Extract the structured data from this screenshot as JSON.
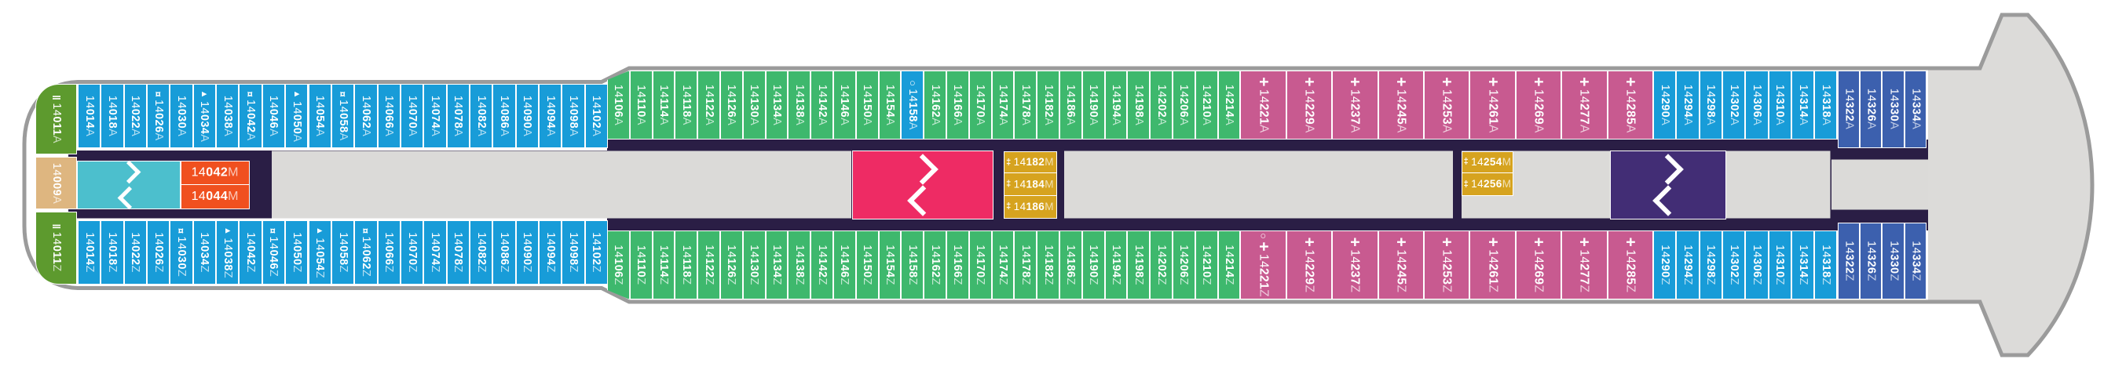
{
  "deck_plan": {
    "palette": {
      "blue": "#189cd8",
      "green": "#3eb86d",
      "pink": "#c85a90",
      "navyblue": "#3c60ae",
      "olive": "#5d9a2e",
      "tan": "#deb680",
      "orange": "#f0501f",
      "gold": "#d6a31f",
      "stairs_cyan": "#4cbfcd",
      "stairs_pink": "#ee2b64",
      "stairs_purple": "#422d75",
      "corridor_navy": "#2a1e45",
      "walkway_gray": "#dbdad8",
      "deck_gray": "#dcdbd9",
      "hull_line": "#9b9b9b"
    },
    "cabins": {
      "top_row": [
        {
          "n": "14011A",
          "c": "olive",
          "s": "‖"
        },
        {
          "n": "14014A",
          "c": "blue"
        },
        {
          "n": "14018A",
          "c": "blue"
        },
        {
          "n": "14022A",
          "c": "blue"
        },
        {
          "n": "14026A",
          "c": "blue",
          "s": "¤"
        },
        {
          "n": "14030A",
          "c": "blue"
        },
        {
          "n": "14034A",
          "c": "blue",
          "s": "▲"
        },
        {
          "n": "14038A",
          "c": "blue"
        },
        {
          "n": "14042A",
          "c": "blue",
          "s": "¤"
        },
        {
          "n": "14046A",
          "c": "blue"
        },
        {
          "n": "14050A",
          "c": "blue",
          "s": "▲"
        },
        {
          "n": "14054A",
          "c": "blue"
        },
        {
          "n": "14058A",
          "c": "blue",
          "s": "¤"
        },
        {
          "n": "14062A",
          "c": "blue"
        },
        {
          "n": "14066A",
          "c": "blue"
        },
        {
          "n": "14070A",
          "c": "blue"
        },
        {
          "n": "14074A",
          "c": "blue"
        },
        {
          "n": "14078A",
          "c": "blue"
        },
        {
          "n": "14082A",
          "c": "blue"
        },
        {
          "n": "14086A",
          "c": "blue"
        },
        {
          "n": "14090A",
          "c": "blue"
        },
        {
          "n": "14094A",
          "c": "blue"
        },
        {
          "n": "14098A",
          "c": "blue"
        },
        {
          "n": "14102A",
          "c": "blue"
        },
        {
          "n": "14106A",
          "c": "green"
        },
        {
          "n": "14110A",
          "c": "green"
        },
        {
          "n": "14114A",
          "c": "green"
        },
        {
          "n": "14118A",
          "c": "green"
        },
        {
          "n": "14122A",
          "c": "green"
        },
        {
          "n": "14126A",
          "c": "green"
        },
        {
          "n": "14130A",
          "c": "green"
        },
        {
          "n": "14134A",
          "c": "green"
        },
        {
          "n": "14138A",
          "c": "green"
        },
        {
          "n": "14142A",
          "c": "green"
        },
        {
          "n": "14146A",
          "c": "green"
        },
        {
          "n": "14150A",
          "c": "green"
        },
        {
          "n": "14154A",
          "c": "green"
        },
        {
          "n": "14158A",
          "c": "blue",
          "s": "○"
        },
        {
          "n": "14162A",
          "c": "green"
        },
        {
          "n": "14166A",
          "c": "green"
        },
        {
          "n": "14170A",
          "c": "green"
        },
        {
          "n": "14174A",
          "c": "green"
        },
        {
          "n": "14178A",
          "c": "green"
        },
        {
          "n": "14182A",
          "c": "green"
        },
        {
          "n": "14186A",
          "c": "green"
        },
        {
          "n": "14190A",
          "c": "green"
        },
        {
          "n": "14194A",
          "c": "green"
        },
        {
          "n": "14198A",
          "c": "green"
        },
        {
          "n": "14202A",
          "c": "green"
        },
        {
          "n": "14206A",
          "c": "green"
        },
        {
          "n": "14210A",
          "c": "green"
        },
        {
          "n": "14214A",
          "c": "green"
        },
        {
          "n": "14221A",
          "c": "pink",
          "s": "+"
        },
        {
          "n": "14229A",
          "c": "pink",
          "s": "+"
        },
        {
          "n": "14237A",
          "c": "pink",
          "s": "+"
        },
        {
          "n": "14245A",
          "c": "pink",
          "s": "+"
        },
        {
          "n": "14253A",
          "c": "pink",
          "s": "+"
        },
        {
          "n": "14261A",
          "c": "pink",
          "s": "+"
        },
        {
          "n": "14269A",
          "c": "pink",
          "s": "+"
        },
        {
          "n": "14277A",
          "c": "pink",
          "s": "+"
        },
        {
          "n": "14285A",
          "c": "pink",
          "s": "+"
        },
        {
          "n": "14290A",
          "c": "blue"
        },
        {
          "n": "14294A",
          "c": "blue"
        },
        {
          "n": "14298A",
          "c": "blue"
        },
        {
          "n": "14302A",
          "c": "blue"
        },
        {
          "n": "14306A",
          "c": "blue"
        },
        {
          "n": "14310A",
          "c": "blue"
        },
        {
          "n": "14314A",
          "c": "blue"
        },
        {
          "n": "14318A",
          "c": "blue"
        },
        {
          "n": "14322A",
          "c": "navyblue"
        },
        {
          "n": "14326A",
          "c": "navyblue"
        },
        {
          "n": "14330A",
          "c": "navyblue"
        },
        {
          "n": "14334A",
          "c": "navyblue"
        }
      ],
      "bottom_row": [
        {
          "n": "14011Z",
          "c": "olive",
          "s": "‖"
        },
        {
          "n": "14014Z",
          "c": "blue"
        },
        {
          "n": "14018Z",
          "c": "blue"
        },
        {
          "n": "14022Z",
          "c": "blue"
        },
        {
          "n": "14026Z",
          "c": "blue"
        },
        {
          "n": "14030Z",
          "c": "blue",
          "s": "¤"
        },
        {
          "n": "14034Z",
          "c": "blue"
        },
        {
          "n": "14038Z",
          "c": "blue",
          "s": "▲"
        },
        {
          "n": "14042Z",
          "c": "blue"
        },
        {
          "n": "14046Z",
          "c": "blue",
          "s": "¤"
        },
        {
          "n": "14050Z",
          "c": "blue"
        },
        {
          "n": "14054Z",
          "c": "blue",
          "s": "▲"
        },
        {
          "n": "14058Z",
          "c": "blue"
        },
        {
          "n": "14062Z",
          "c": "blue",
          "s": "¤"
        },
        {
          "n": "14066Z",
          "c": "blue"
        },
        {
          "n": "14070Z",
          "c": "blue"
        },
        {
          "n": "14074Z",
          "c": "blue"
        },
        {
          "n": "14078Z",
          "c": "blue"
        },
        {
          "n": "14082Z",
          "c": "blue"
        },
        {
          "n": "14086Z",
          "c": "blue"
        },
        {
          "n": "14090Z",
          "c": "blue"
        },
        {
          "n": "14094Z",
          "c": "blue"
        },
        {
          "n": "14098Z",
          "c": "blue"
        },
        {
          "n": "14102Z",
          "c": "blue"
        },
        {
          "n": "14106Z",
          "c": "green"
        },
        {
          "n": "14110Z",
          "c": "green"
        },
        {
          "n": "14114Z",
          "c": "green"
        },
        {
          "n": "14118Z",
          "c": "green"
        },
        {
          "n": "14122Z",
          "c": "green"
        },
        {
          "n": "14126Z",
          "c": "green"
        },
        {
          "n": "14130Z",
          "c": "green"
        },
        {
          "n": "14134Z",
          "c": "green"
        },
        {
          "n": "14138Z",
          "c": "green"
        },
        {
          "n": "14142Z",
          "c": "green"
        },
        {
          "n": "14146Z",
          "c": "green"
        },
        {
          "n": "14150Z",
          "c": "green"
        },
        {
          "n": "14154Z",
          "c": "green"
        },
        {
          "n": "14158Z",
          "c": "green"
        },
        {
          "n": "14162Z",
          "c": "green"
        },
        {
          "n": "14166Z",
          "c": "green"
        },
        {
          "n": "14170Z",
          "c": "green"
        },
        {
          "n": "14174Z",
          "c": "green"
        },
        {
          "n": "14178Z",
          "c": "green"
        },
        {
          "n": "14182Z",
          "c": "green"
        },
        {
          "n": "14186Z",
          "c": "green"
        },
        {
          "n": "14190Z",
          "c": "green"
        },
        {
          "n": "14194Z",
          "c": "green"
        },
        {
          "n": "14198Z",
          "c": "green"
        },
        {
          "n": "14202Z",
          "c": "green"
        },
        {
          "n": "14206Z",
          "c": "green"
        },
        {
          "n": "14210Z",
          "c": "green"
        },
        {
          "n": "14214Z",
          "c": "green"
        },
        {
          "n": "14221Z",
          "c": "pink",
          "s": "○+"
        },
        {
          "n": "14229Z",
          "c": "pink",
          "s": "+"
        },
        {
          "n": "14237Z",
          "c": "pink",
          "s": "+"
        },
        {
          "n": "14245Z",
          "c": "pink",
          "s": "+"
        },
        {
          "n": "14253Z",
          "c": "pink",
          "s": "+"
        },
        {
          "n": "14261Z",
          "c": "pink",
          "s": "+"
        },
        {
          "n": "14269Z",
          "c": "pink",
          "s": "+"
        },
        {
          "n": "14277Z",
          "c": "pink",
          "s": "+"
        },
        {
          "n": "14285Z",
          "c": "pink",
          "s": "+"
        },
        {
          "n": "14290Z",
          "c": "blue"
        },
        {
          "n": "14294Z",
          "c": "blue"
        },
        {
          "n": "14298Z",
          "c": "blue"
        },
        {
          "n": "14302Z",
          "c": "blue"
        },
        {
          "n": "14306Z",
          "c": "blue"
        },
        {
          "n": "14310Z",
          "c": "blue"
        },
        {
          "n": "14314Z",
          "c": "blue"
        },
        {
          "n": "14318Z",
          "c": "blue"
        },
        {
          "n": "14322Z",
          "c": "navyblue"
        },
        {
          "n": "14326Z",
          "c": "navyblue"
        },
        {
          "n": "14330Z",
          "c": "navyblue"
        },
        {
          "n": "14334Z",
          "c": "navyblue"
        }
      ],
      "middle": [
        {
          "n": "14009A",
          "c": "tan"
        },
        {
          "n": "14042M",
          "c": "orange"
        },
        {
          "n": "14044M",
          "c": "orange"
        },
        {
          "n": "14182M",
          "c": "gold",
          "s": "‡"
        },
        {
          "n": "14184M",
          "c": "gold",
          "s": "‡"
        },
        {
          "n": "14186M",
          "c": "gold",
          "s": "‡"
        },
        {
          "n": "14254M",
          "c": "gold",
          "s": "‡"
        },
        {
          "n": "14256M",
          "c": "gold",
          "s": "‡"
        }
      ]
    },
    "stairwells": [
      {
        "id": "forward",
        "color_key": "stairs_cyan",
        "icons": [
          "stairs-up",
          "stairs-down"
        ]
      },
      {
        "id": "midship",
        "color_key": "stairs_pink",
        "icons": [
          "stairs-up",
          "stairs-down"
        ]
      },
      {
        "id": "aft",
        "color_key": "stairs_purple",
        "icons": [
          "stairs-up",
          "stairs-down"
        ]
      }
    ]
  }
}
